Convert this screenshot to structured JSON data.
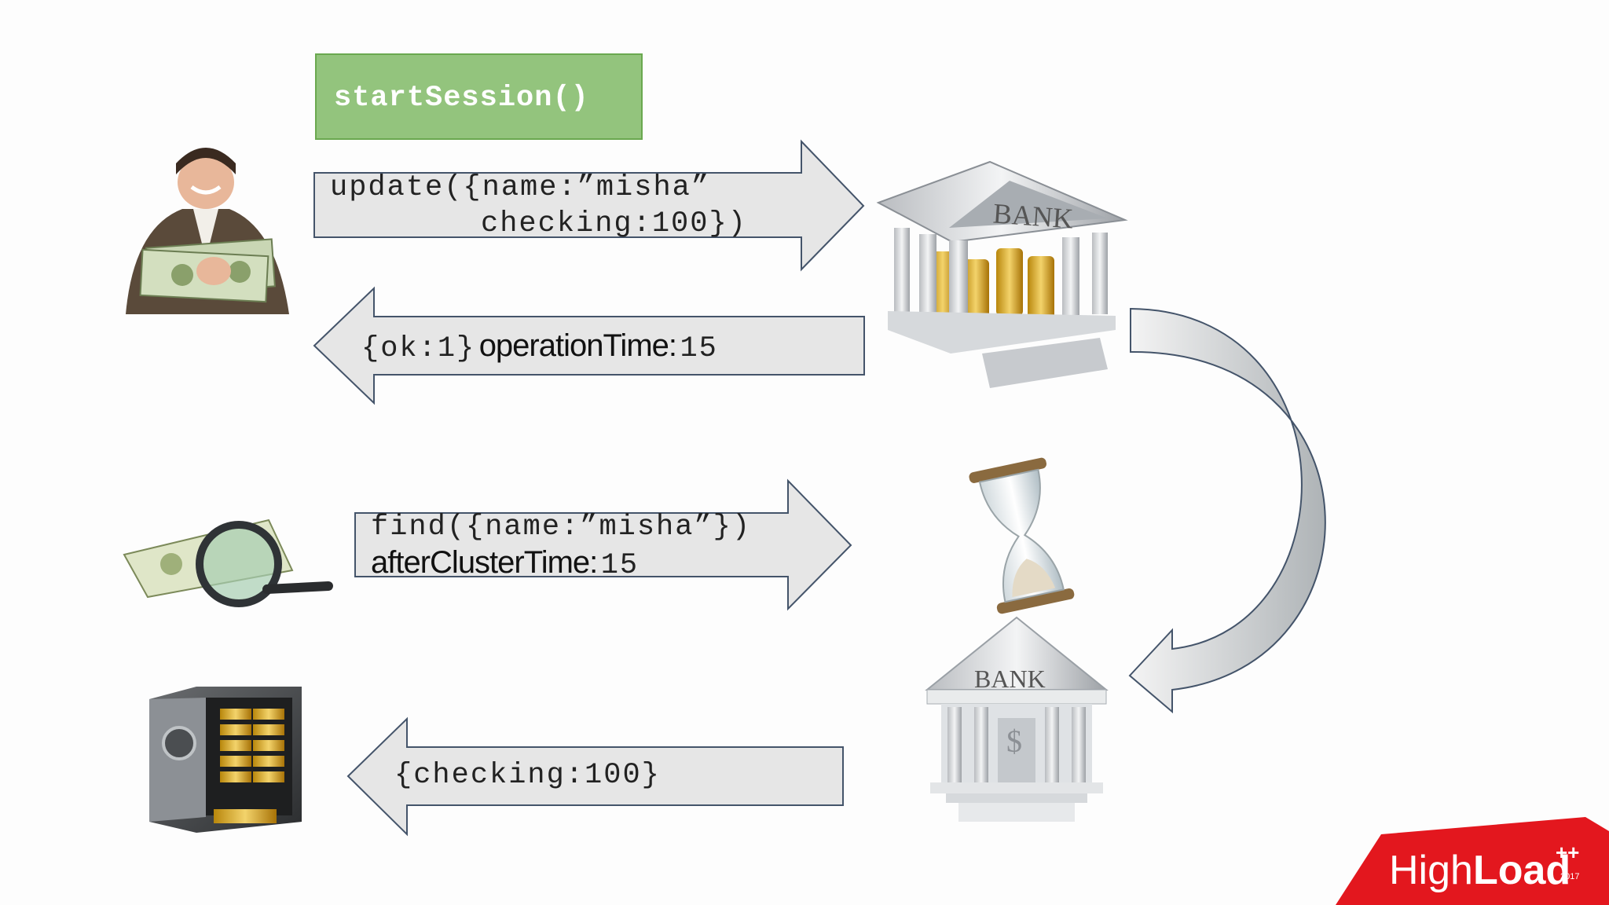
{
  "session": {
    "label": "startSession()"
  },
  "arrows": {
    "update": {
      "line1": "update({name:”misha”",
      "line2": "checking:100})"
    },
    "ok": {
      "mono": "{ok:1}",
      "key": "operationTime:",
      "value": "15"
    },
    "find": {
      "line1": "find({name:”misha”})",
      "key": "afterClusterTime:",
      "value": "15"
    },
    "checking": {
      "label": "{checking:100}"
    }
  },
  "bank_labels": {
    "top": "BANK",
    "bottom": "BANK",
    "dollar": "$"
  },
  "logo": {
    "part1": "High",
    "part2": "Load",
    "sup": "++",
    "year": "2017"
  },
  "colors": {
    "arrow_fill": "#e6e6e6",
    "arrow_stroke": "#44546a",
    "session_fill": "#93c47d",
    "logo_red": "#e3171e"
  }
}
